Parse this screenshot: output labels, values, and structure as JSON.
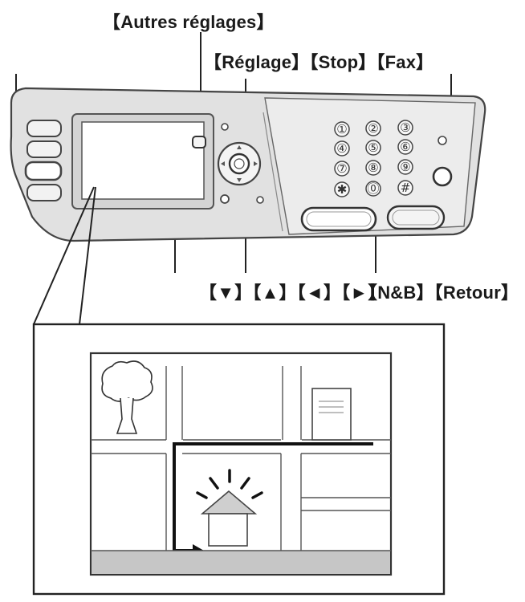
{
  "labels": {
    "autres_reglages": "【Autres réglages】",
    "top_buttons": "【Réglage】【Stop】【Fax】",
    "arrow_keys": "【▼】【▲】【◄】【►】",
    "bottom_buttons": "【N&B】【Retour】"
  },
  "keypad": {
    "keys": [
      "①",
      "②",
      "③",
      "④",
      "⑤",
      "⑥",
      "⑦",
      "⑧",
      "⑨",
      "✱",
      "⓪",
      "#"
    ]
  },
  "colors": {
    "panel_fill": "#e0e0e0",
    "panel_stroke": "#555555",
    "screen_fill": "#ffffff",
    "map_status_bar": "#c6c6c6",
    "route_line": "#111111"
  }
}
